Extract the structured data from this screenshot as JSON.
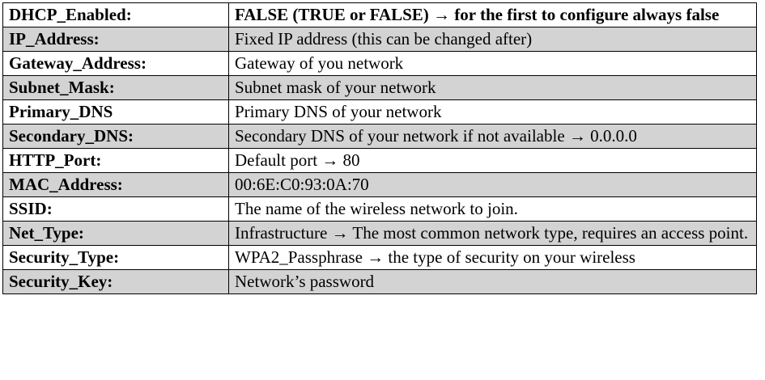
{
  "table": {
    "rows": [
      {
        "key": "DHCP_Enabled:",
        "value": "FALSE  (TRUE or FALSE) → for the first to configure always  false",
        "shaded": false,
        "bold_value": true
      },
      {
        "key": "IP_Address:",
        "value": "Fixed IP address (this can be changed after)",
        "shaded": true,
        "bold_value": false
      },
      {
        "key": "Gateway_Address:",
        "value": "Gateway of you network",
        "shaded": false,
        "bold_value": false
      },
      {
        "key": "Subnet_Mask:",
        "value": "Subnet mask of your network",
        "shaded": true,
        "bold_value": false
      },
      {
        "key": "Primary_DNS",
        "value": "Primary DNS of your network",
        "shaded": false,
        "bold_value": false
      },
      {
        "key": "Secondary_DNS:",
        "value": "Secondary DNS of your network if not available → 0.0.0.0",
        "shaded": true,
        "bold_value": false
      },
      {
        "key": "HTTP_Port:",
        "value": "Default port → 80",
        "shaded": false,
        "bold_value": false
      },
      {
        "key": "MAC_Address:",
        "value": "00:6E:C0:93:0A:70",
        "shaded": true,
        "bold_value": false
      },
      {
        "key": "SSID:",
        "value": "The name of the wireless network to join.",
        "shaded": false,
        "bold_value": false
      },
      {
        "key": "Net_Type:",
        "value": "Infrastructure → The  most  common network type, requires an   access point.",
        "shaded": true,
        "bold_value": false
      },
      {
        "key": "Security_Type:",
        "value": "WPA2_Passphrase → the type of security on your wireless",
        "shaded": false,
        "bold_value": false
      },
      {
        "key": "Security_Key:",
        "value": "Network’s password",
        "shaded": true,
        "bold_value": false
      }
    ]
  },
  "colors": {
    "shaded_row": "#d3d3d3",
    "plain_row": "#ffffff",
    "border": "#000000",
    "text": "#000000"
  }
}
